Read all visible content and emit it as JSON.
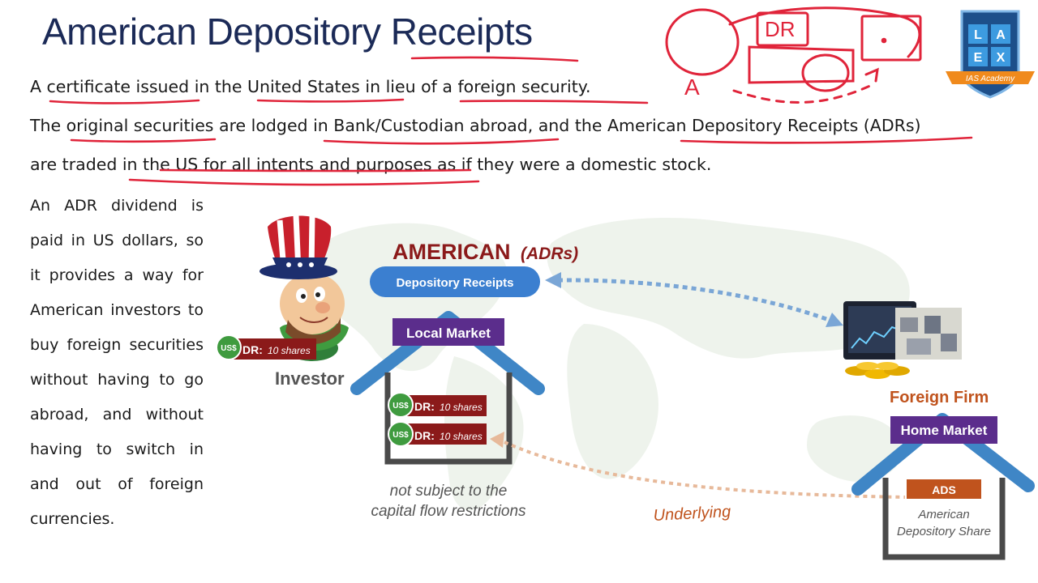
{
  "title": "American Depository Receipts",
  "lines": [
    "A certificate issued in the United States in lieu of a foreign security.",
    "The original securities are lodged in Bank/Custodian abroad, and the American Depository Receipts (ADRs)",
    "are traded in the US for all intents and purposes as if they were a domestic stock."
  ],
  "side_text": [
    "An ADR dividend is",
    "paid in US dollars, so",
    "it provides a way for",
    "American investors to",
    "buy foreign securities",
    "without having to go",
    "abroad, and without",
    "having to switch in",
    "and out of foreign",
    "currencies."
  ],
  "annotation": {
    "dr": "DR",
    "a": "A"
  },
  "logo": {
    "letters": [
      "L",
      "A",
      "E",
      "X"
    ],
    "banner": "IAS Academy"
  },
  "diagram": {
    "american": "AMERICAN",
    "adrs": "(ADRs)",
    "depository": "Depository Receipts",
    "local_market": "Local Market",
    "investor": "Investor",
    "us_badge": "US$",
    "dr_label": "DR:",
    "dr_shares": "10 shares",
    "note_line1": "not subject to the",
    "note_line2": "capital flow restrictions",
    "underlying": "Underlying",
    "foreign_firm": "Foreign Firm",
    "home_market": "Home Market",
    "ads": "ADS",
    "ads_line1": "American",
    "ads_line2": "Depository Share"
  },
  "colors": {
    "title": "#1b2a57",
    "ink": "#e0243a",
    "blue_arrow": "#7aa6d6",
    "purple": "#5b2d8c",
    "dark_red": "#8b1a1a",
    "orange": "#c0531d",
    "house": "#3f86c6",
    "green": "#3f9b3f"
  }
}
